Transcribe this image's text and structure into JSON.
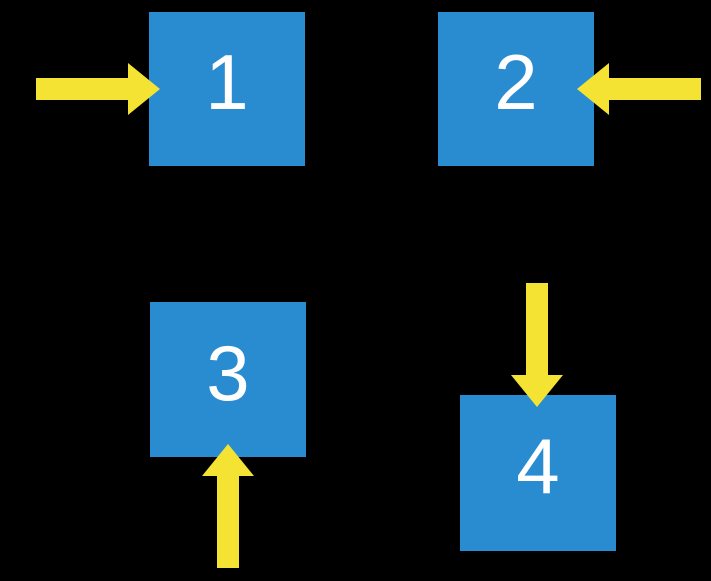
{
  "colors": {
    "background": "#000000",
    "box_fill": "#2A8CD0",
    "arrow_fill": "#F5E333",
    "label": "#FFFFFF"
  },
  "boxes": [
    {
      "label": "1",
      "arrow_direction": "right",
      "arrow_enters_from": "left"
    },
    {
      "label": "2",
      "arrow_direction": "left",
      "arrow_enters_from": "right"
    },
    {
      "label": "3",
      "arrow_direction": "up",
      "arrow_enters_from": "bottom"
    },
    {
      "label": "4",
      "arrow_direction": "down",
      "arrow_enters_from": "top"
    }
  ]
}
